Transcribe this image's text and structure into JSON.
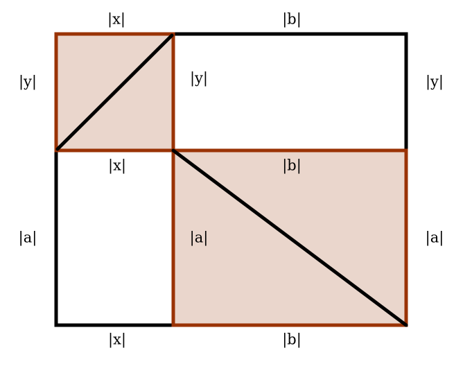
{
  "colors": {
    "shade_fill": "#ead6cc",
    "shade_stroke": "#9a3306",
    "outline": "#000000"
  },
  "labels": {
    "top_x": "|x|",
    "top_b": "|b|",
    "left_y": "|y|",
    "inner_y": "|y|",
    "right_y": "|y|",
    "mid_x": "|x|",
    "mid_b": "|b|",
    "left_a": "|a|",
    "inner_a": "|a|",
    "right_a": "|a|",
    "bottom_x": "|x|",
    "bottom_b": "|b|"
  }
}
